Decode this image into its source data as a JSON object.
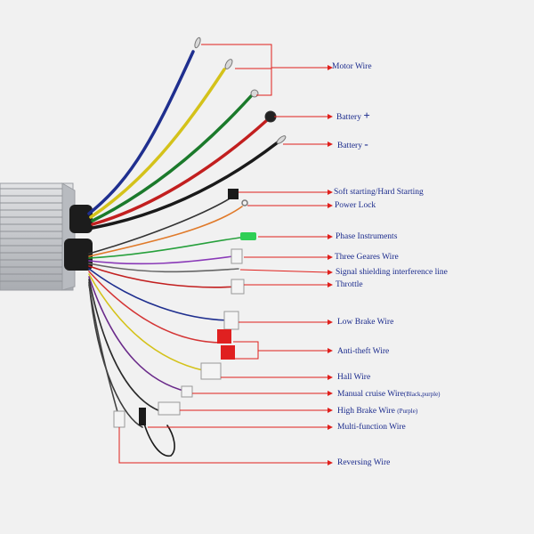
{
  "labels": {
    "motor_wire": "Motor Wire",
    "battery_plus": "Battery",
    "battery_plus_sign": "+",
    "battery_minus": "Battery",
    "battery_minus_sign": "-",
    "soft_starting": "Soft starting/Hard Starting",
    "power_lock": "Power Lock",
    "phase_instruments": "Phase Instruments",
    "three_gears": "Three Geares Wire",
    "signal_shielding": "Signal shielding interference line",
    "throttle": "Throttle",
    "low_brake": "Low Brake Wire",
    "anti_theft": "Anti-theft Wire",
    "hall_wire": "Hall Wire",
    "manual_cruise": "Manual cruise Wire",
    "manual_cruise_note": "(Black,purple)",
    "high_brake": "High Brake Wire",
    "high_brake_note": "(Purple)",
    "multi_function": "Multi-function Wire",
    "reversing": "Reversing Wire"
  },
  "colors": {
    "label_text": "#1a2a8c",
    "leader_line": "#e0201c",
    "background": "#f1f1f1",
    "housing": "#c9cbcf",
    "motor_wires": [
      "#1f2f8f",
      "#d4c21a",
      "#1b7a2b"
    ],
    "battery_plus": "#c21f1f",
    "battery_minus": "#1a1a1a"
  }
}
